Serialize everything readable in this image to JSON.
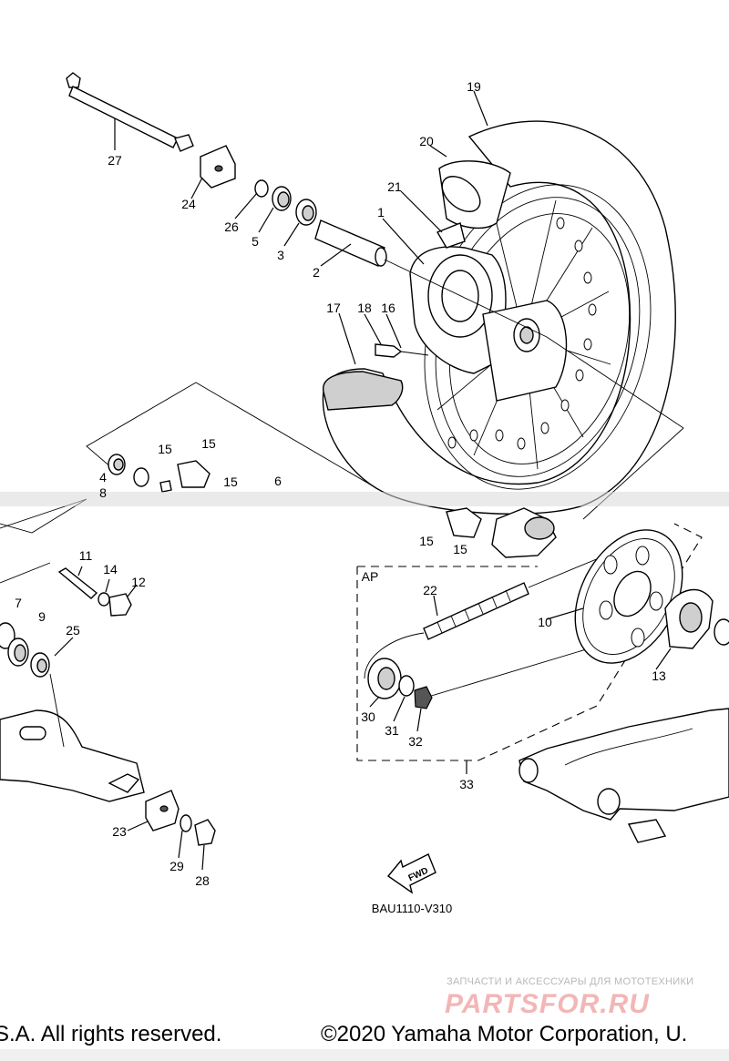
{
  "diagram": {
    "part_numbers": [
      "1",
      "2",
      "3",
      "4",
      "5",
      "6",
      "7",
      "8",
      "9",
      "10",
      "11",
      "12",
      "13",
      "14",
      "15",
      "16",
      "17",
      "18",
      "19",
      "20",
      "21",
      "22",
      "23",
      "24",
      "25",
      "26",
      "27",
      "28",
      "29",
      "30",
      "31",
      "32",
      "33"
    ],
    "labels": {
      "n1": "1",
      "n2": "2",
      "n3": "3",
      "n4": "4",
      "n5": "5",
      "n6": "6",
      "n7": "7",
      "n8": "8",
      "n9": "9",
      "n10": "10",
      "n11": "11",
      "n12": "12",
      "n13": "13",
      "n14": "14",
      "n15": "15",
      "n16": "16",
      "n17": "17",
      "n18": "18",
      "n19": "19",
      "n20": "20",
      "n21": "21",
      "n22": "22",
      "n23": "23",
      "n24": "24",
      "n25": "25",
      "n26": "26",
      "n27": "27",
      "n28": "28",
      "n29": "29",
      "n30": "30",
      "n31": "31",
      "n32": "32",
      "n33": "33"
    },
    "assembly_label": "AP",
    "direction_label": "FWD",
    "drawing_code": "BAU1110-V310"
  },
  "footer": {
    "left": "S.A. All rights reserved.",
    "right": "©2020 Yamaha Motor Corporation, U."
  },
  "watermark": {
    "tagline": "ЗАПЧАСТИ И АКСЕССУАРЫ ДЛЯ МОТОТЕХНИКИ",
    "logo": "PARTSFOR.RU"
  }
}
